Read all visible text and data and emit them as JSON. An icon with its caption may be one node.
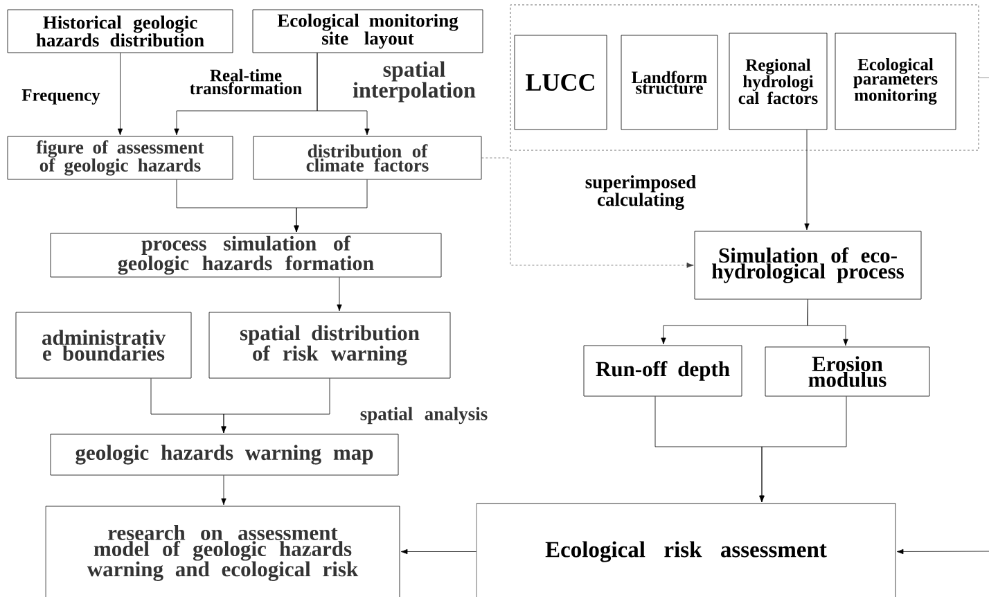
{
  "diagram": {
    "nodes": [
      {
        "text": [
          "Historical geologic hazards distribution"
        ]
      },
      {
        "text": [
          "Ecological monitoring site layout"
        ]
      },
      {
        "text": [
          "figure of assessment of geologic hazards"
        ]
      },
      {
        "text": [
          "distribution of climate factors"
        ]
      },
      {
        "text": [],
        "shape": "box"
      },
      {
        "text": [
          "LUCC"
        ],
        "in": 4
      },
      {
        "text": [
          "Landform structure"
        ],
        "in": 4
      },
      {
        "text": [
          "Regional hydrologi cal factors"
        ],
        "in": 4
      },
      {
        "text": [
          "Ecological parameters monitoring"
        ],
        "in": 4
      },
      {
        "text": [
          "process simulation of geologic hazards formation"
        ]
      },
      {
        "text": [
          "Simulation of eco- hydrological process"
        ]
      },
      {
        "text": [
          "administrativ e boundaries"
        ]
      },
      {
        "text": [
          "spatial distribution of risk warning"
        ]
      },
      {
        "text": [
          "Run-off depth"
        ]
      },
      {
        "text": [
          "Erosion modulus"
        ]
      },
      {
        "text": [
          "geologic hazards warning map"
        ]
      },
      {
        "text": [
          "research on assessment model of geologic hazards warning and ecological risk"
        ]
      },
      {
        "text": [
          "Ecological risk assessment"
        ]
      }
    ],
    "edges": [
      {
        "from": 0,
        "to": 2,
        "arrow": "to",
        "label": "Frequency"
      },
      {
        "from": 1,
        "to": 2,
        "arrow": "to"
      },
      {
        "from": 1,
        "to": 3,
        "arrow": "to"
      },
      {
        "from": 2,
        "to": 9,
        "arrow": "to"
      },
      {
        "from": 3,
        "to": 9,
        "arrow": "to"
      },
      {
        "from": 3,
        "to": 10,
        "arrow": "to",
        "style": "dashed"
      },
      {
        "from": 7,
        "to": 10,
        "arrow": "to"
      },
      {
        "from": 9,
        "to": 12,
        "arrow": "to"
      },
      {
        "from": 10,
        "to": 13,
        "arrow": "to"
      },
      {
        "from": 10,
        "to": 14,
        "arrow": "to"
      },
      {
        "from": 11,
        "to": 15,
        "arrow": "to"
      },
      {
        "from": 12,
        "to": 15,
        "arrow": "to"
      },
      {
        "from": 13,
        "to": 17,
        "arrow": "to"
      },
      {
        "from": 14,
        "to": 17,
        "arrow": "to"
      },
      {
        "from": 15,
        "to": 16,
        "arrow": "to"
      },
      {
        "from": 17,
        "to": 16,
        "arrow": "to"
      },
      {
        "from": 4,
        "to": null,
        "arrow": "none"
      },
      {
        "from": null,
        "to": 17,
        "arrow": "to"
      }
    ],
    "labels": [
      "Real-time transformation",
      "spatial interpolation",
      "superimposed calculating",
      "spatial analysis"
    ]
  }
}
